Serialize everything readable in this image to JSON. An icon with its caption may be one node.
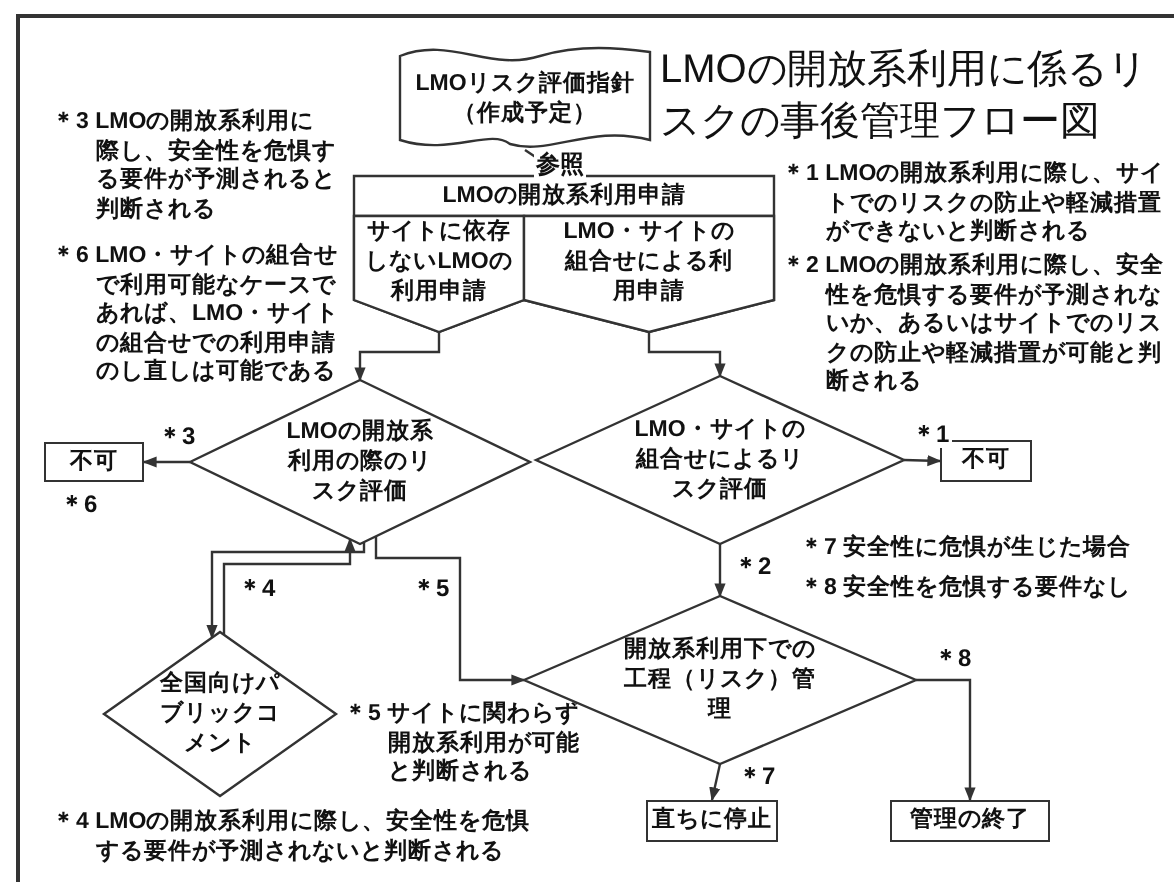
{
  "diagram": {
    "title": "LMOの開放系利用に係るリスクの事後管理フロー図",
    "nodes": [
      {
        "text": [
          "LMOリスク評価指針（作成予定）"
        ]
      },
      {
        "text": [
          "LMOの開放系利用申請"
        ]
      },
      {
        "text": [
          "サイトに依存しないLMOの利用申請"
        ],
        "in": 1
      },
      {
        "text": [
          "LMO・サイトの組合せによる利用申請"
        ],
        "in": 1
      },
      {
        "text": [
          "LMOの開放系利用の際のリスク評価"
        ]
      },
      {
        "text": [
          "不可"
        ],
        "beside": [
          "＊6"
        ]
      },
      {
        "text": [
          "LMO・サイトの組合せによるリスク評価"
        ]
      },
      {
        "text": [
          "不可"
        ]
      },
      {
        "text": [
          "全国向けパブリックコメント"
        ]
      },
      {
        "text": [
          "開放系利用下での工程（リスク）管理"
        ]
      },
      {
        "text": [
          "直ちに停止"
        ]
      },
      {
        "text": [
          "管理の終了"
        ]
      }
    ],
    "edges": [
      {
        "from": 0,
        "to": 1,
        "arrow": "to",
        "label": "参照"
      },
      {
        "from": 2,
        "to": 4,
        "arrow": "to"
      },
      {
        "from": 3,
        "to": 6,
        "arrow": "to"
      },
      {
        "from": 4,
        "to": 5,
        "arrow": "to",
        "label": "＊3"
      },
      {
        "from": 6,
        "to": 7,
        "arrow": "to",
        "label": "＊1"
      },
      {
        "from": 4,
        "to": 8,
        "arrow": "to",
        "label": "＊4"
      },
      {
        "from": 8,
        "to": 4,
        "arrow": "to"
      },
      {
        "from": 4,
        "to": 9,
        "arrow": "to",
        "label": "＊5"
      },
      {
        "from": 6,
        "to": 9,
        "arrow": "to",
        "label": "＊2"
      },
      {
        "from": 9,
        "to": 10,
        "arrow": "to",
        "label": "＊7"
      },
      {
        "from": 9,
        "to": 11,
        "arrow": "to",
        "label": "＊8"
      }
    ],
    "labels": [
      "＊3 LMOの開放系利用に際し、安全性を危惧する要件が予測されると判断される",
      "＊1 LMOの開放系利用に際し、サイトでのリスクの防止や軽減措置ができないと判断される",
      "＊6 LMO・サイトの組合せで利用可能なケースであれば、LMO・サイトの組合せでの利用申請のし直しは可能である",
      "＊2 LMOの開放系利用に際し、安全性を危惧する要件が予測されないか、あるいはサイトでのリスクの防止や軽減措置が可能と判断される",
      "＊7 安全性に危惧が生じた場合",
      "＊8 安全性を危惧する要件なし",
      "＊5 サイトに関わらず開放系利用が可能と判断される",
      "＊4 LMOの開放系利用に際し、安全性を危惧する要件が予測されないと判断される"
    ]
  }
}
